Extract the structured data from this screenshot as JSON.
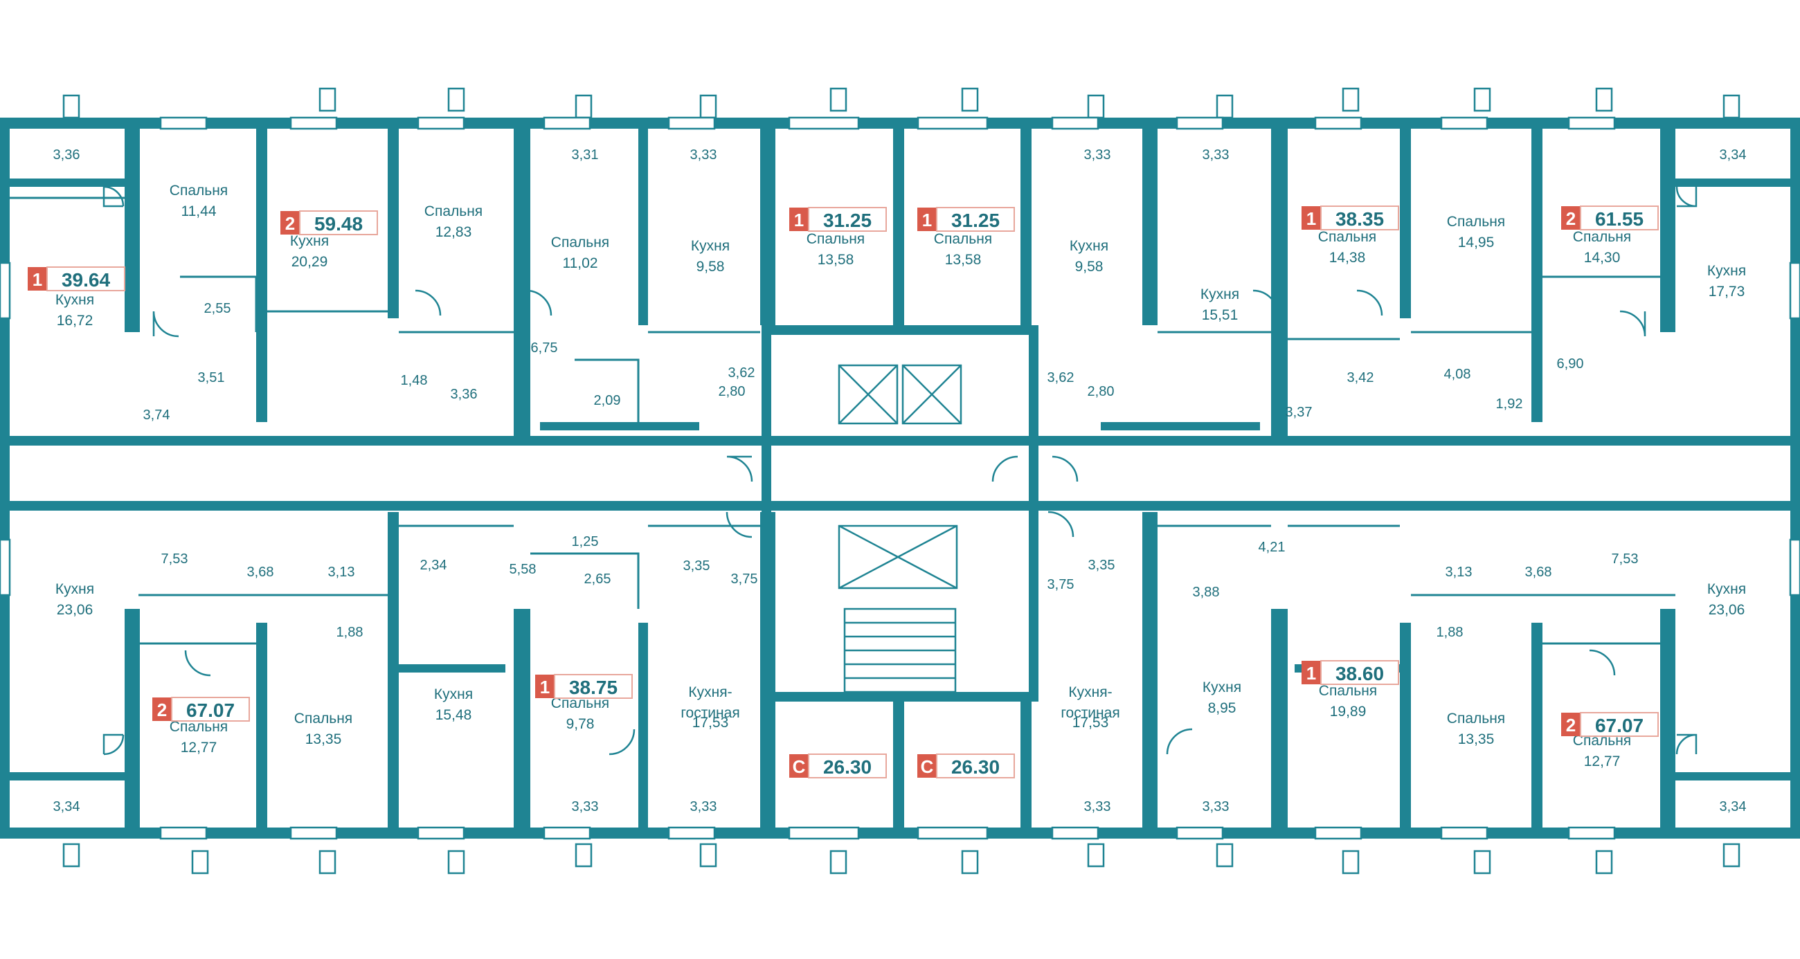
{
  "colors": {
    "wall": "#1f8493",
    "text": "#1f6f7c",
    "badge": "#d95a4a"
  },
  "apartments": [
    {
      "rooms": "1",
      "area": "39.64"
    },
    {
      "rooms": "2",
      "area": "59.48"
    },
    {
      "rooms": "1",
      "area": "31.25"
    },
    {
      "rooms": "1",
      "area": "31.25"
    },
    {
      "rooms": "1",
      "area": "38.35"
    },
    {
      "rooms": "2",
      "area": "61.55"
    },
    {
      "rooms": "2",
      "area": "67.07"
    },
    {
      "rooms": "1",
      "area": "38.75"
    },
    {
      "rooms": "С",
      "area": "26.30"
    },
    {
      "rooms": "С",
      "area": "26.30"
    },
    {
      "rooms": "1",
      "area": "38.60"
    },
    {
      "rooms": "2",
      "area": "67.07"
    }
  ],
  "rooms": [
    {
      "name": "Кухня",
      "area": "16,72"
    },
    {
      "name": "Спальня",
      "area": "11,44"
    },
    {
      "name": "Кухня",
      "area": "20,29"
    },
    {
      "name": "Спальня",
      "area": "12,83"
    },
    {
      "name": "Спальня",
      "area": "11,02"
    },
    {
      "name": "Кухня",
      "area": "9,58"
    },
    {
      "name": "Спальня",
      "area": "13,58"
    },
    {
      "name": "Спальня",
      "area": "13,58"
    },
    {
      "name": "Кухня",
      "area": "9,58"
    },
    {
      "name": "Кухня",
      "area": "15,51"
    },
    {
      "name": "Спальня",
      "area": "14,38"
    },
    {
      "name": "Спальня",
      "area": "14,95"
    },
    {
      "name": "Спальня",
      "area": "14,30"
    },
    {
      "name": "Кухня",
      "area": "17,73"
    },
    {
      "name": "Кухня",
      "area": "23,06"
    },
    {
      "name": "Спальня",
      "area": "12,77"
    },
    {
      "name": "Спальня",
      "area": "13,35"
    },
    {
      "name": "Кухня",
      "area": "15,48"
    },
    {
      "name": "Спальня",
      "area": "9,78"
    },
    {
      "name": "Кухня-",
      "area": "гостиная"
    },
    {
      "name": "Кухня-",
      "area": "гостиная"
    },
    {
      "name": "Кухня",
      "area": "8,95"
    },
    {
      "name": "Спальня",
      "area": "19,89"
    },
    {
      "name": "Спальня",
      "area": "13,35"
    },
    {
      "name": "Спальня",
      "area": "12,77"
    },
    {
      "name": "Кухня",
      "area": "23,06"
    }
  ],
  "extra_areas": [
    "17,53",
    "17,53"
  ],
  "small_areas": [
    "3,36",
    "3,31",
    "3,33",
    "3,33",
    "3,33",
    "3,34",
    "2,55",
    "3,51",
    "3,74",
    "1,48",
    "3,36",
    "6,75",
    "2,09",
    "3,62",
    "2,80",
    "3,62",
    "2,80",
    "3,37",
    "3,42",
    "4,08",
    "6,90",
    "1,92",
    "7,53",
    "3,68",
    "3,13",
    "1,88",
    "2,34",
    "5,58",
    "1,25",
    "2,65",
    "3,35",
    "3,75",
    "3,75",
    "3,35",
    "4,21",
    "3,88",
    "3,13",
    "3,68",
    "7,53",
    "1,88",
    "3,34",
    "3,33",
    "3,33",
    "3,33",
    "3,33",
    "3,34"
  ]
}
